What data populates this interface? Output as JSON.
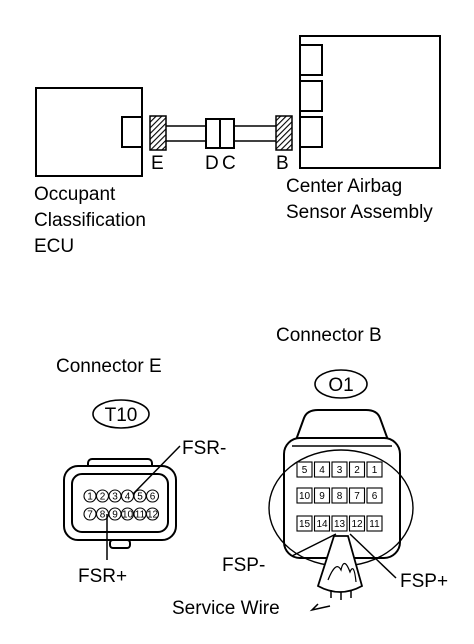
{
  "system_diagram": {
    "left_component": [
      "Occupant",
      "Classification",
      "ECU"
    ],
    "right_component": [
      "Center Airbag",
      "Sensor Assembly"
    ],
    "connector_letters": [
      "E",
      "D",
      "C",
      "B"
    ]
  },
  "connector_e": {
    "title": "Connector E",
    "code": "T10",
    "top_pins": [
      "1",
      "2",
      "3",
      "4",
      "5",
      "6"
    ],
    "bottom_pins": [
      "7",
      "8",
      "9",
      "10",
      "11",
      "12"
    ],
    "label_fsr_minus": "FSR-",
    "label_fsr_plus": "FSR+"
  },
  "connector_b": {
    "title": "Connector B",
    "code": "O1",
    "row1": [
      "5",
      "4",
      "3",
      "2",
      "1"
    ],
    "row2": [
      "10",
      "9",
      "8",
      "7",
      "6"
    ],
    "row3": [
      "15",
      "14",
      "13",
      "12",
      "11"
    ],
    "label_fsp_minus": "FSP-",
    "label_fsp_plus": "FSP+",
    "label_service_wire": "Service Wire"
  }
}
